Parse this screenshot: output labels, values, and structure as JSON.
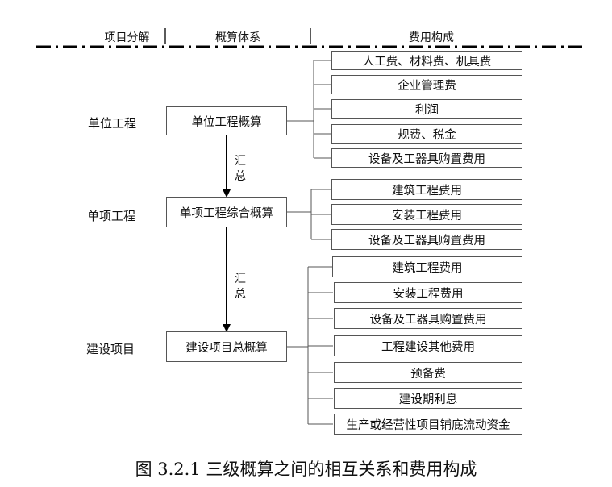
{
  "header": {
    "col1": "项目分解",
    "col2": "概算体系",
    "col3": "费用构成"
  },
  "levels": {
    "unit": "单位工程",
    "single": "单项工程",
    "project": "建设项目"
  },
  "estimates": {
    "unit": "单位工程概算",
    "single": "单项工程综合概算",
    "project": "建设项目总概算"
  },
  "aggregate": {
    "upper": [
      "汇",
      "总"
    ],
    "lower": [
      "汇",
      "总"
    ]
  },
  "costs": {
    "unit": [
      "人工费、材料费、机具费",
      "企业管理费",
      "利润",
      "规费、税金",
      "设备及工器具购置费用"
    ],
    "single": [
      "建筑工程费用",
      "安装工程费用",
      "设备及工器具购置费用"
    ],
    "project": [
      "建筑工程费用",
      "安装工程费用",
      "设备及工器具购置费用",
      "工程建设其他费用",
      "预备费",
      "建设期利息",
      "生产或经营性项目铺底流动资金"
    ]
  },
  "caption": "图 3.2.1  三级概算之间的相互关系和费用构成"
}
